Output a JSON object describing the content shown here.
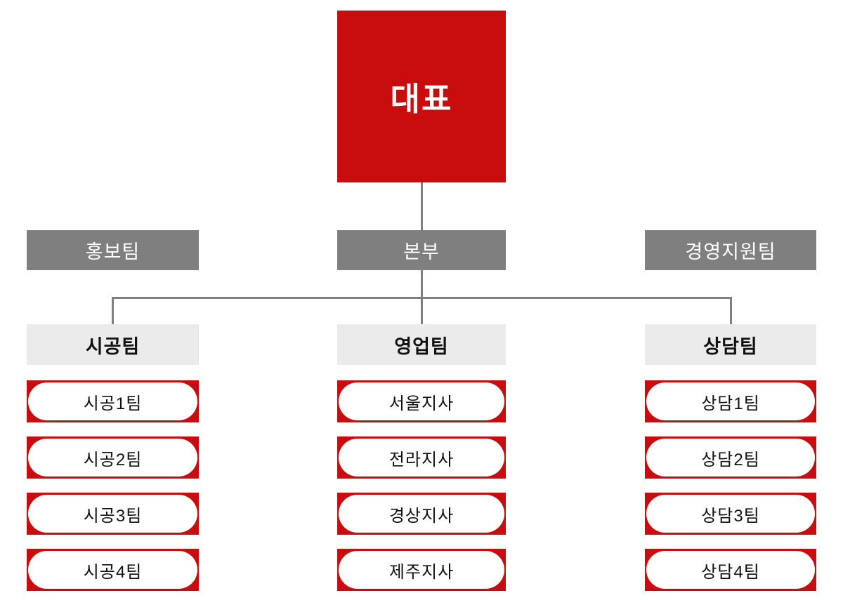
{
  "colors": {
    "red": "#c90c0e",
    "gray": "#7f7f7f",
    "light-gray": "#ebebeb",
    "line": "#7f7f7f",
    "text-dark": "#111111"
  },
  "org": {
    "root": {
      "label": "대표"
    },
    "level2": [
      {
        "label": "홍보팀"
      },
      {
        "label": "본부"
      },
      {
        "label": "경영지원팀"
      }
    ],
    "columns": [
      {
        "header": "시공팀",
        "items": [
          "시공1팀",
          "시공2팀",
          "시공3팀",
          "시공4팀"
        ]
      },
      {
        "header": "영업팀",
        "items": [
          "서울지사",
          "전라지사",
          "경상지사",
          "제주지사"
        ]
      },
      {
        "header": "상담팀",
        "items": [
          "상담1팀",
          "상담2팀",
          "상담3팀",
          "상담4팀"
        ]
      }
    ]
  }
}
